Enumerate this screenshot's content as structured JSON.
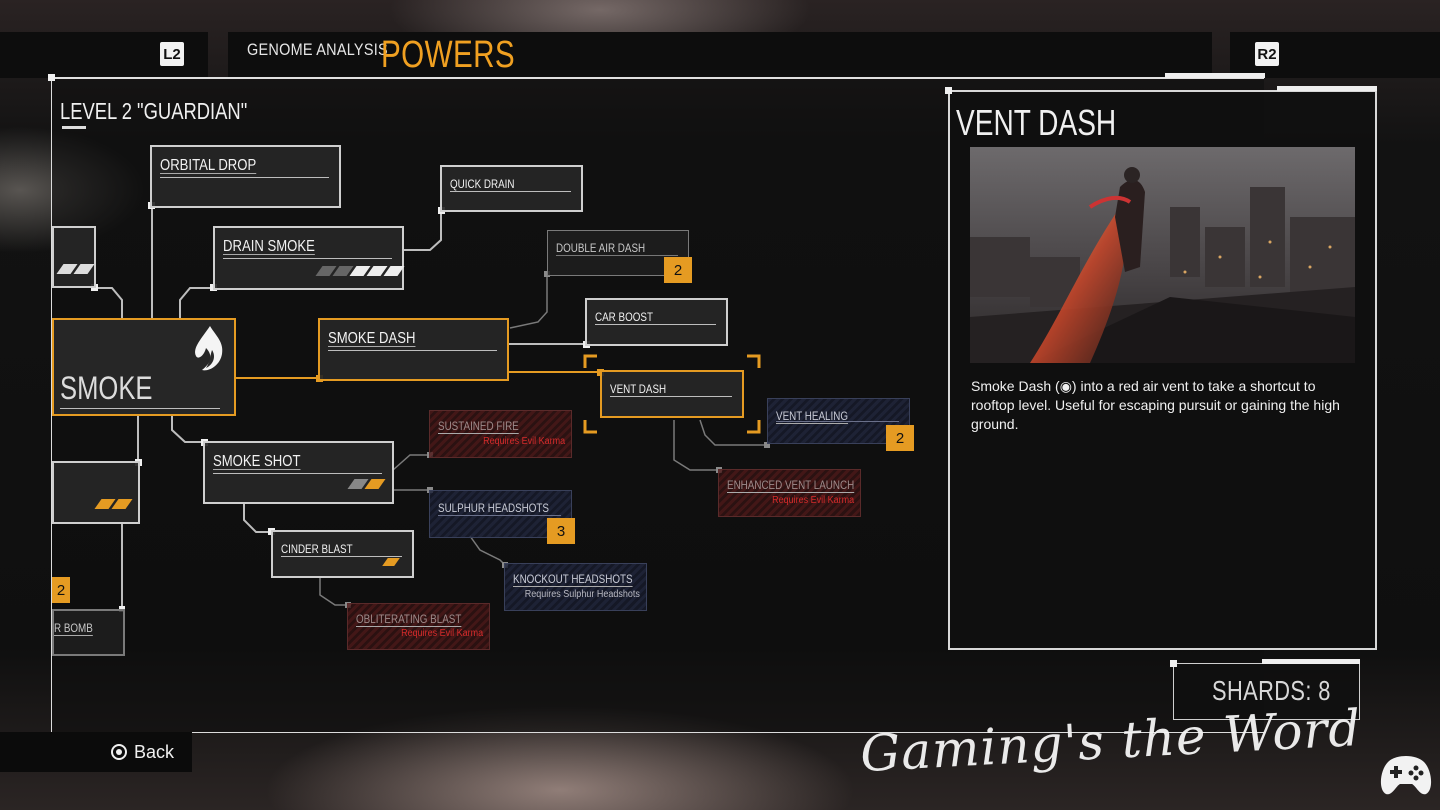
{
  "nav": {
    "left_trigger": "L2",
    "right_trigger": "R2",
    "tab_genome": "GENOME ANALYSIS",
    "tab_powers": "POWERS"
  },
  "level": {
    "title": "LEVEL 2 \"GUARDIAN\""
  },
  "tree": {
    "smoke": "SMOKE",
    "orbital_drop": "ORBITAL DROP",
    "quick_drain": "QUICK DRAIN",
    "drain_smoke": "DRAIN SMOKE",
    "double_air_dash": "DOUBLE AIR DASH",
    "double_air_dash_cost": "2",
    "smoke_dash": "SMOKE DASH",
    "car_boost": "CAR BOOST",
    "vent_dash": "VENT DASH",
    "vent_healing": "VENT HEALING",
    "vent_healing_cost": "2",
    "sustained_fire": "SUSTAINED FIRE",
    "sustained_fire_req": "Requires Evil Karma",
    "smoke_shot": "SMOKE SHOT",
    "sulphur_headshots": "SULPHUR HEADSHOTS",
    "sulphur_headshots_cost": "3",
    "enhanced_vent_launch": "ENHANCED VENT LAUNCH",
    "enhanced_vent_launch_req": "Requires Evil Karma",
    "cinder_blast": "CINDER BLAST",
    "knockout_headshots": "KNOCKOUT HEADSHOTS",
    "knockout_headshots_req": "Requires Sulphur Headshots",
    "obliterating_blast": "OBLITERATING BLAST",
    "obliterating_blast_req": "Requires Evil Karma",
    "left_partial_cost": "2",
    "left_partial_bomb": "R BOMB"
  },
  "detail": {
    "title": "VENT DASH",
    "description": "Smoke Dash (◉) into a red air vent to take a shortcut to rooftop level. Useful for escaping pursuit or gaining the high ground."
  },
  "shards": {
    "label": "SHARDS: 8"
  },
  "footer": {
    "back_label": "Back",
    "watermark": "Gaming's the Word"
  },
  "colors": {
    "accent": "#e59b22",
    "locked_red": "#d52b2b",
    "locked_blue": "#39405a"
  }
}
